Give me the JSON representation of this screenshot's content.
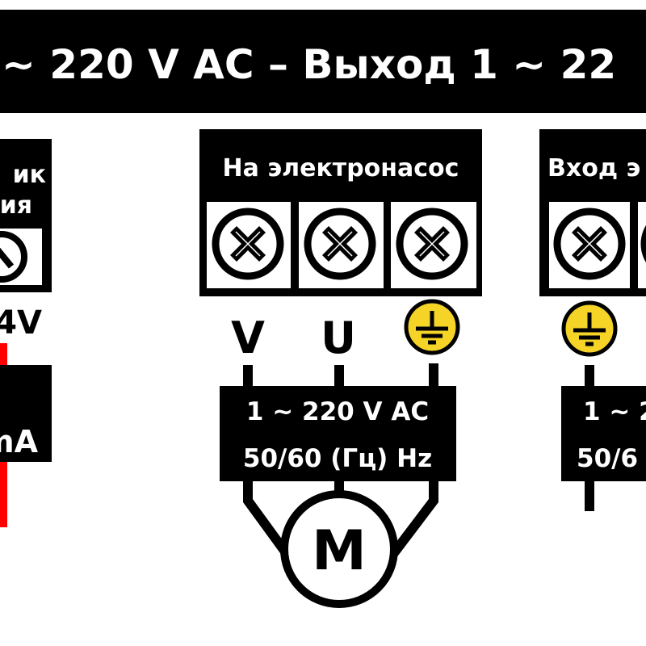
{
  "banner": {
    "title": "~ 220 V AC – Выход 1 ~ 22"
  },
  "left_block": {
    "header_line1": "ик",
    "header_line2": "ия",
    "voltage_label": "4V",
    "signal_label": "mA",
    "wire_color": "#ff0000"
  },
  "pump_block": {
    "header": "На электронасос",
    "terminal_labels": [
      "V",
      "U"
    ],
    "supply_line1": "1 ~ 220 V AC",
    "supply_line2": "50/60 (Гц) Hz",
    "motor_label": "M"
  },
  "input_block": {
    "header": "Вход э",
    "supply_line1": "1 ~ 2",
    "supply_line2": "50/6"
  },
  "colors": {
    "ground": "#f5d327",
    "box": "#000000"
  }
}
